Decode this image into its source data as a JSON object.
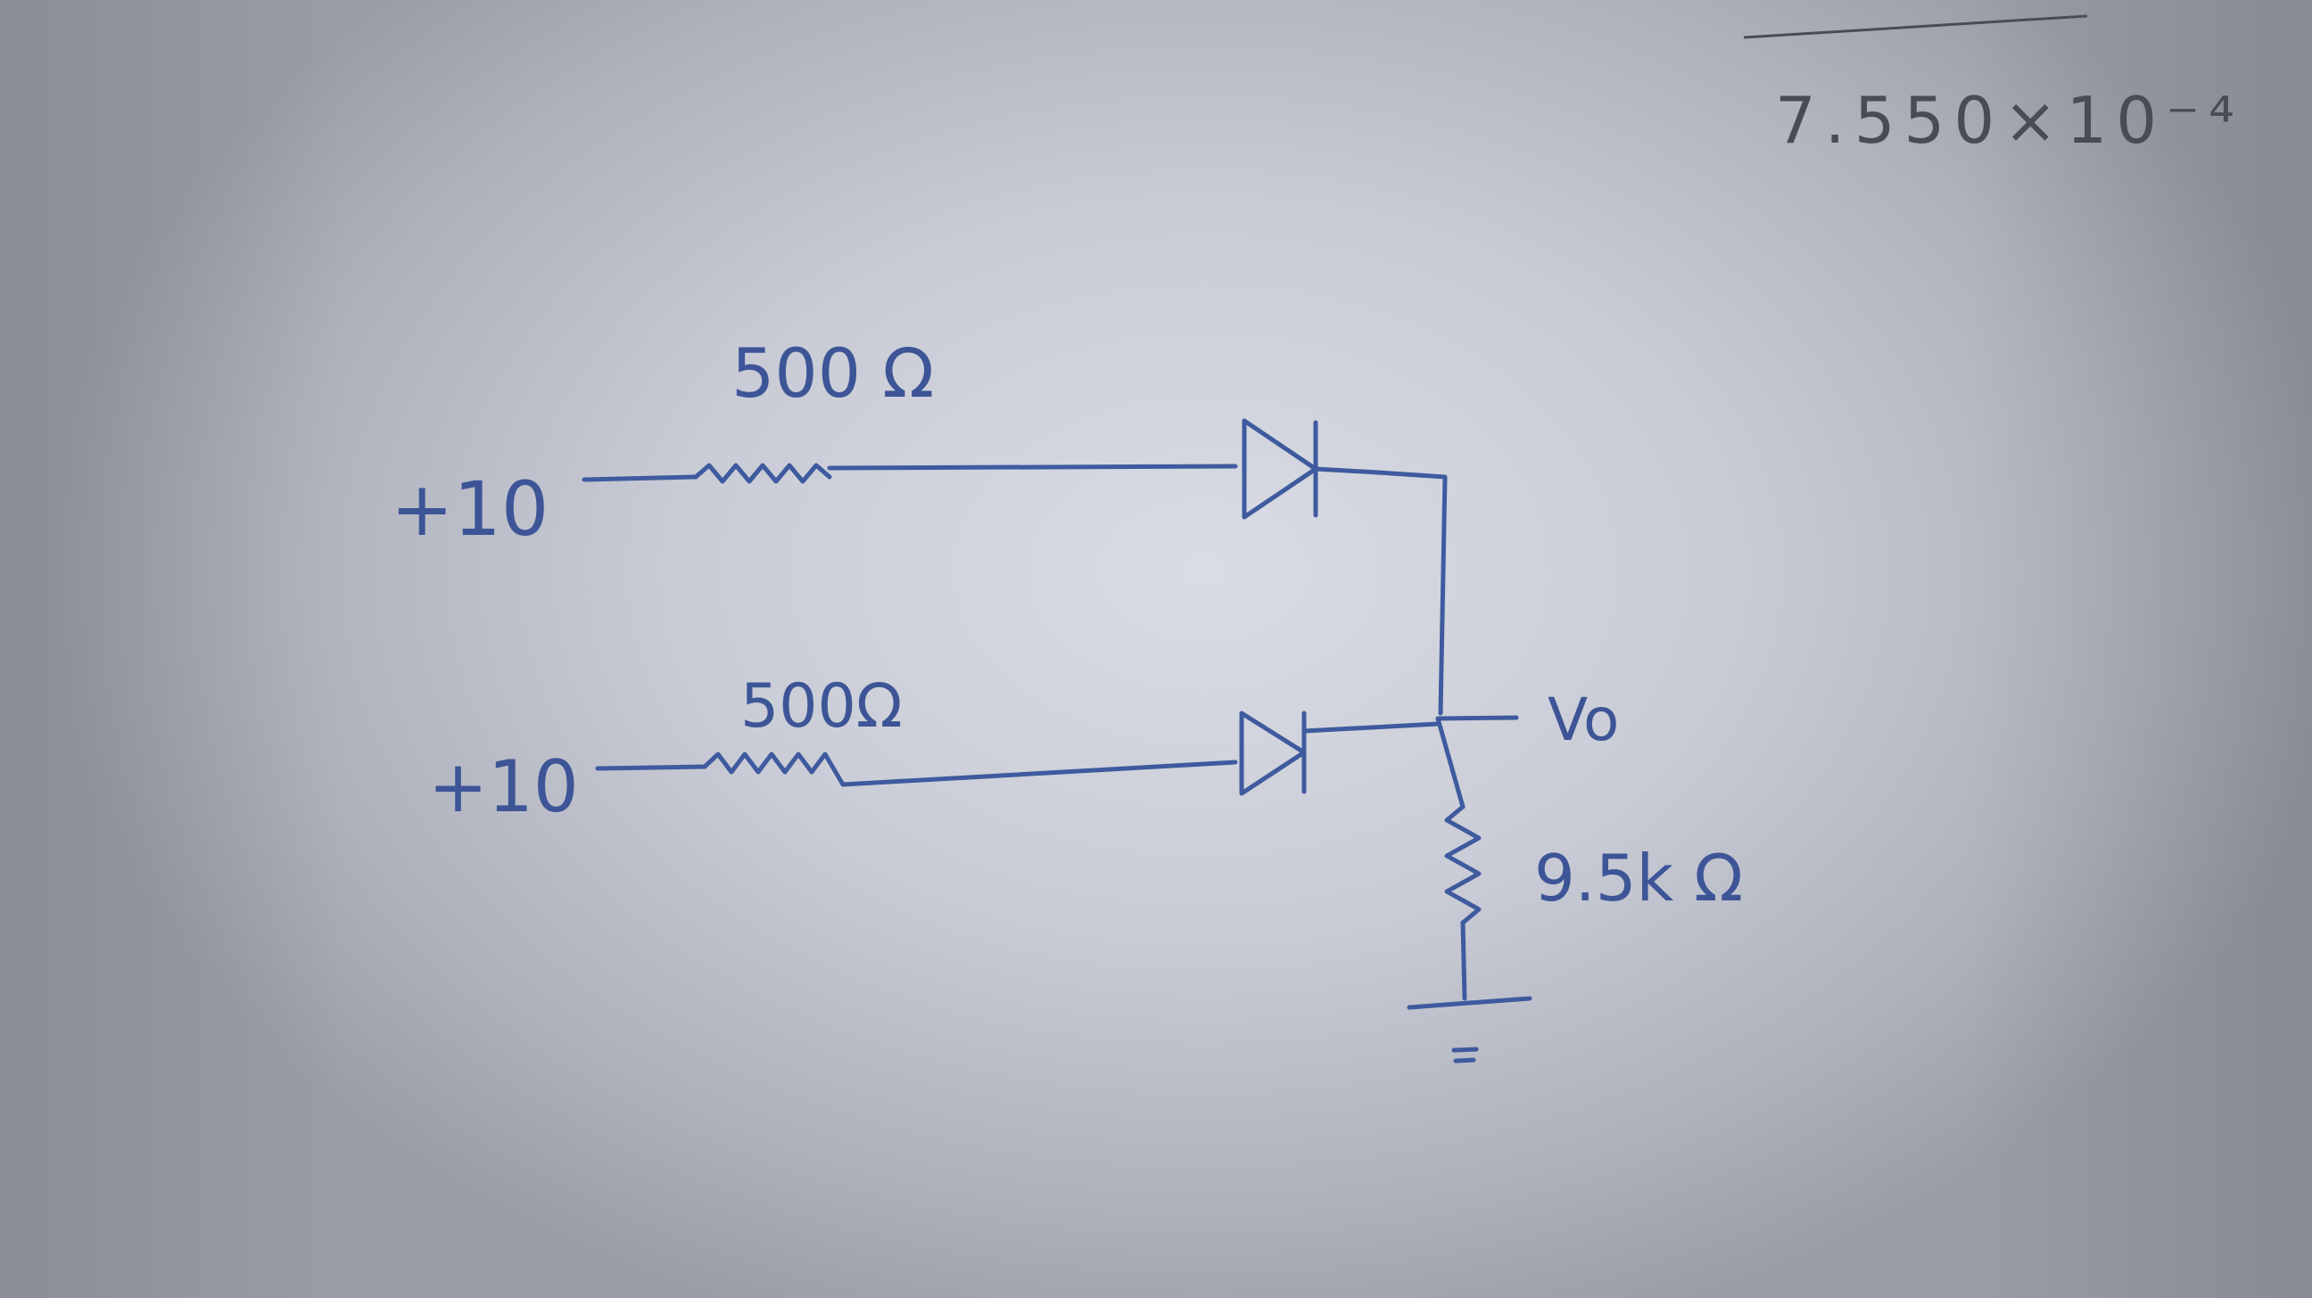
{
  "notes": {
    "corner": "7.550×10⁻⁴"
  },
  "circuit": {
    "top_branch": {
      "source_label": "+10",
      "resistor_label": "500 Ω"
    },
    "bottom_branch": {
      "source_label": "+10",
      "resistor_label": "500Ω"
    },
    "output_label": "Vo",
    "load_resistor_label": "9.5k Ω"
  },
  "colors": {
    "ink": "#3f5a9e",
    "pencil": "#4a4c55",
    "paper": "#d3d6de"
  }
}
